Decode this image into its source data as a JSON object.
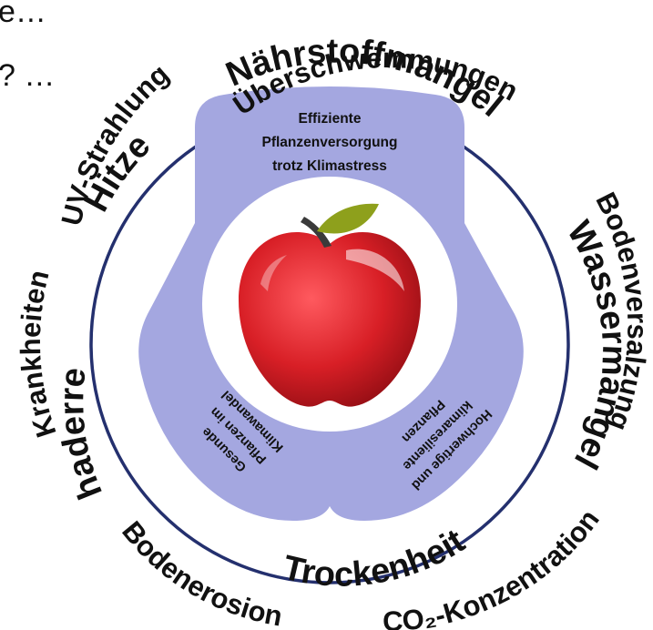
{
  "corner_lines": [
    "e…",
    "? …"
  ],
  "center_goal": [
    "Effiziente",
    "Pflanzenversorgung",
    "trotz Klimastress"
  ],
  "left_goal": [
    "Gesunde",
    "Pflanzen im",
    "Klimawandel"
  ],
  "right_goal": [
    "Hochwertige und",
    "klimaresiliente",
    "Pflanzen"
  ],
  "stressors_outer": [
    "Überschwemmungen",
    "Bodenversalzung",
    "Krankheiten",
    "UV-Strahlung",
    "Bodenerosion",
    "CO₂-Konzentration"
  ],
  "stressors_inner": [
    "Nährstoffmangel",
    "Wassermangel",
    "Hitze",
    "Schaderreger",
    "Trockenheit"
  ],
  "colors": {
    "ring_fill": "#ffffff",
    "ring_stroke": "#24306e",
    "trefoil": "#a4a7e0",
    "apple": "#d81f26",
    "leaf": "#8ea01c",
    "stem": "#3a3a3a"
  },
  "icons": [
    "apple-icon"
  ]
}
